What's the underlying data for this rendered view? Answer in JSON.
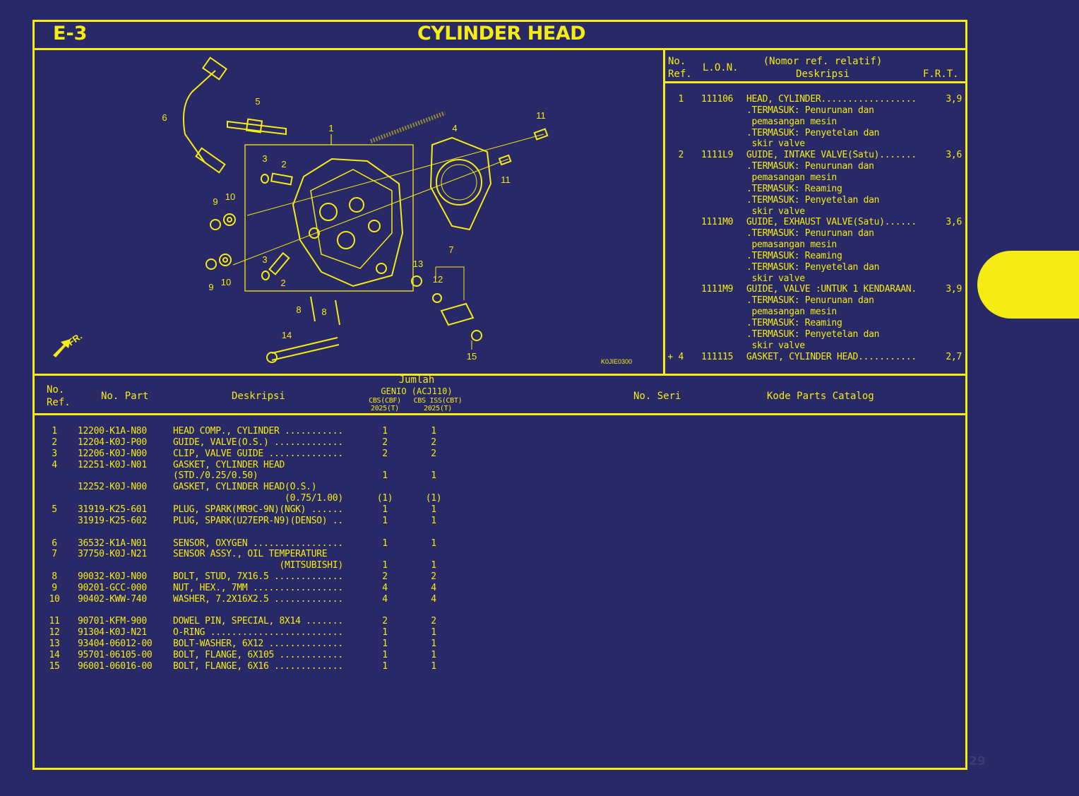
{
  "header": {
    "section_code": "E-3",
    "title": "CYLINDER HEAD"
  },
  "colors": {
    "background": "#282966",
    "foreground": "#f4ec12"
  },
  "diagram": {
    "callouts": [
      "6",
      "5",
      "1",
      "3",
      "2",
      "11",
      "4",
      "11",
      "9",
      "10",
      "7",
      "13",
      "12",
      "3",
      "2",
      "9",
      "10",
      "8",
      "8",
      "14",
      "15"
    ],
    "front_label": "FR.",
    "drawing_code": "K0JIE0300"
  },
  "frt_table": {
    "headers": {
      "ref": [
        "No.",
        "Ref."
      ],
      "lon": "L.O.N.",
      "desc_top": "(Nomor ref. relatif)",
      "desc": "Deskripsi",
      "frt": "F.R.T."
    },
    "items": [
      {
        "ref": "1",
        "lon": "111106",
        "desc": "HEAD, CYLINDER..................",
        "frt": "3,9",
        "notes": [
          ".TERMASUK: Penurunan dan",
          " pemasangan mesin",
          ".TERMASUK: Penyetelan dan",
          " skir valve"
        ]
      },
      {
        "ref": "2",
        "lon": "1111L9",
        "desc": "GUIDE, INTAKE VALVE(Satu).......",
        "frt": "3,6",
        "notes": [
          ".TERMASUK: Penurunan dan",
          " pemasangan mesin",
          ".TERMASUK: Reaming",
          ".TERMASUK: Penyetelan dan",
          " skir valve"
        ]
      },
      {
        "ref": "",
        "lon": "1111M0",
        "desc": "GUIDE, EXHAUST VALVE(Satu)......",
        "frt": "3,6",
        "notes": [
          ".TERMASUK: Penurunan dan",
          " pemasangan mesin",
          ".TERMASUK: Reaming",
          ".TERMASUK: Penyetelan dan",
          " skir valve"
        ]
      },
      {
        "ref": "",
        "lon": "1111M9",
        "desc": "GUIDE, VALVE :UNTUK 1 KENDARAAN.",
        "frt": "3,9",
        "notes": [
          ".TERMASUK: Penurunan dan",
          " pemasangan mesin",
          ".TERMASUK: Reaming",
          ".TERMASUK: Penyetelan dan",
          " skir valve"
        ]
      },
      {
        "ref": "+ 4",
        "lon": "111115",
        "desc": "GASKET, CYLINDER HEAD...........",
        "frt": "2,7",
        "notes": []
      }
    ]
  },
  "parts_table": {
    "headers": {
      "ref": [
        "No.",
        "Ref."
      ],
      "part": "No. Part",
      "desc": "Deskripsi",
      "qty_title": "Jumlah",
      "model": "GENIO (ACJ110)",
      "variants": [
        "CBS(CBF)",
        "CBS ISS(CBT)"
      ],
      "years": [
        "2025(T)",
        "2025(T)"
      ],
      "serial": "No. Seri",
      "catalog": "Kode Parts Catalog"
    },
    "lines": [
      {
        "ref": "1",
        "part": "12200-K1A-N80",
        "desc": "HEAD COMP., CYLINDER ...........",
        "q1": "1",
        "q2": "1"
      },
      {
        "ref": "2",
        "part": "12204-K0J-P00",
        "desc": "GUIDE, VALVE(O.S.) .............",
        "q1": "2",
        "q2": "2"
      },
      {
        "ref": "3",
        "part": "12206-K0J-N00",
        "desc": "CLIP, VALVE GUIDE ..............",
        "q1": "2",
        "q2": "2"
      },
      {
        "ref": "4",
        "part": "12251-K0J-N01",
        "desc": "GASKET, CYLINDER HEAD",
        "q1": "",
        "q2": ""
      },
      {
        "ref": "",
        "part": "",
        "desc": "(STD./0.25/0.50)",
        "q1": "1",
        "q2": "1"
      },
      {
        "ref": "",
        "part": "12252-K0J-N00",
        "desc": "GASKET, CYLINDER HEAD(O.S.)",
        "q1": "",
        "q2": ""
      },
      {
        "ref": "",
        "part": "",
        "desc": "                     (0.75/1.00)",
        "q1": "(1)",
        "q2": "(1)"
      },
      {
        "ref": "5",
        "part": "31919-K25-601",
        "desc": "PLUG, SPARK(MR9C-9N)(NGK) ......",
        "q1": "1",
        "q2": "1"
      },
      {
        "ref": "",
        "part": "31919-K25-602",
        "desc": "PLUG, SPARK(U27EPR-N9)(DENSO) ..",
        "q1": "1",
        "q2": "1"
      },
      {
        "ref": "",
        "part": "",
        "desc": "",
        "q1": "",
        "q2": ""
      },
      {
        "ref": "6",
        "part": "36532-K1A-N01",
        "desc": "SENSOR, OXYGEN .................",
        "q1": "1",
        "q2": "1"
      },
      {
        "ref": "7",
        "part": "37750-K0J-N21",
        "desc": "SENSOR ASSY., OIL TEMPERATURE",
        "q1": "",
        "q2": ""
      },
      {
        "ref": "",
        "part": "",
        "desc": "                    (MITSUBISHI)",
        "q1": "1",
        "q2": "1"
      },
      {
        "ref": "8",
        "part": "90032-K0J-N00",
        "desc": "BOLT, STUD, 7X16.5 .............",
        "q1": "2",
        "q2": "2"
      },
      {
        "ref": "9",
        "part": "90201-GCC-000",
        "desc": "NUT, HEX., 7MM .................",
        "q1": "4",
        "q2": "4"
      },
      {
        "ref": "10",
        "part": "90402-KWW-740",
        "desc": "WASHER, 7.2X16X2.5 .............",
        "q1": "4",
        "q2": "4"
      },
      {
        "ref": "",
        "part": "",
        "desc": "",
        "q1": "",
        "q2": ""
      },
      {
        "ref": "11",
        "part": "90701-KFM-900",
        "desc": "DOWEL PIN, SPECIAL, 8X14 .......",
        "q1": "2",
        "q2": "2"
      },
      {
        "ref": "12",
        "part": "91304-K0J-N21",
        "desc": "O-RING .........................",
        "q1": "1",
        "q2": "1"
      },
      {
        "ref": "13",
        "part": "93404-06012-00",
        "desc": "BOLT-WASHER, 6X12 ..............",
        "q1": "1",
        "q2": "1"
      },
      {
        "ref": "14",
        "part": "95701-06105-00",
        "desc": "BOLT, FLANGE, 6X105 ............",
        "q1": "1",
        "q2": "1"
      },
      {
        "ref": "15",
        "part": "96001-06016-00",
        "desc": "BOLT, FLANGE, 6X16 .............",
        "q1": "1",
        "q2": "1"
      }
    ]
  },
  "page_number": "29"
}
